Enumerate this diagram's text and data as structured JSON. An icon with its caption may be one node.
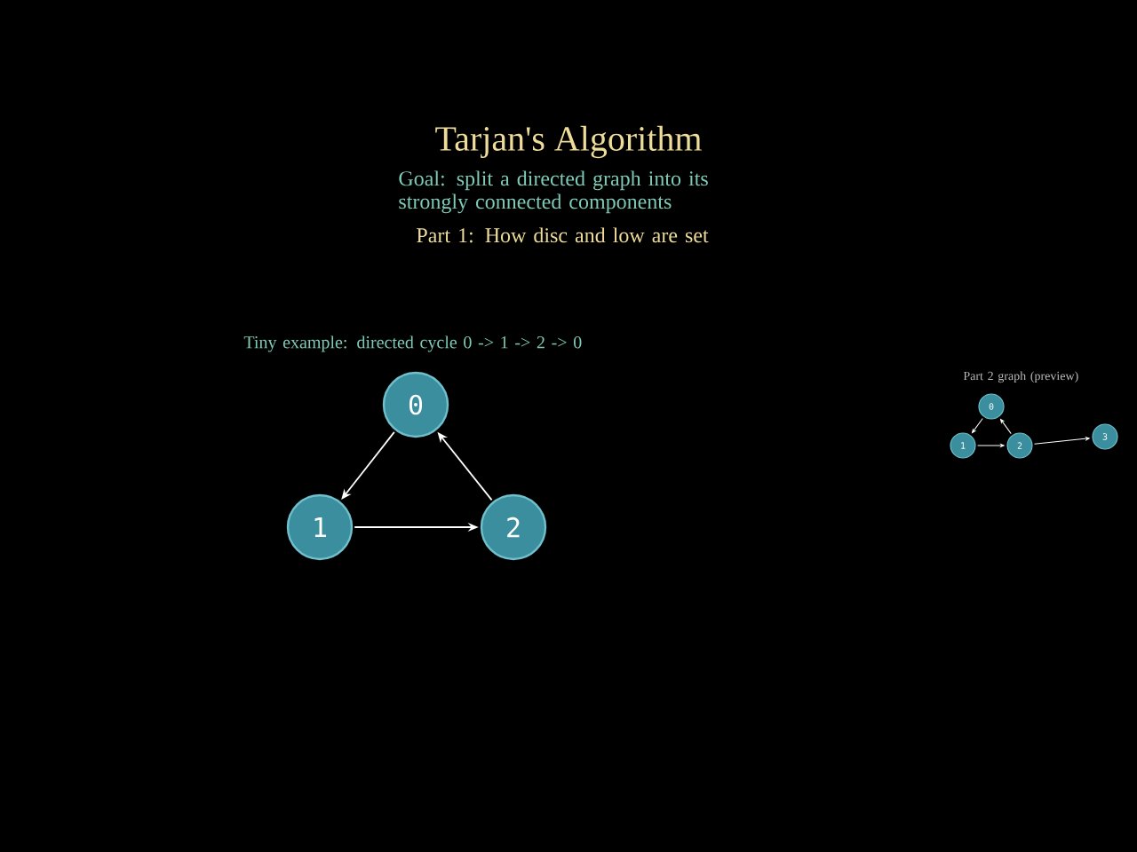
{
  "diagram": {
    "title": "Tarjan's Algorithm",
    "nodes": [
      {
        "text": [
          "0"
        ]
      },
      {
        "text": [
          "1"
        ]
      },
      {
        "text": [
          "2"
        ]
      },
      {
        "text": [
          "0"
        ]
      },
      {
        "text": [
          "1"
        ]
      },
      {
        "text": [
          "2"
        ]
      },
      {
        "text": [
          "3"
        ]
      }
    ],
    "edges": [
      {
        "from": 0,
        "to": 1,
        "arrow": "to"
      },
      {
        "from": 1,
        "to": 2,
        "arrow": "to"
      },
      {
        "from": 2,
        "to": 0,
        "arrow": "to"
      },
      {
        "from": 3,
        "to": 4,
        "arrow": "to"
      },
      {
        "from": 4,
        "to": 5,
        "arrow": "to"
      },
      {
        "from": 5,
        "to": 3,
        "arrow": "to"
      },
      {
        "from": 5,
        "to": 6,
        "arrow": "to"
      }
    ],
    "labels": [
      "Goal: split a directed graph into its strongly connected components",
      "Part 1: How disc and low are set",
      "Tiny example: directed cycle 0 -> 1 -> 2 -> 0",
      "Part 2 graph (preview)"
    ]
  }
}
